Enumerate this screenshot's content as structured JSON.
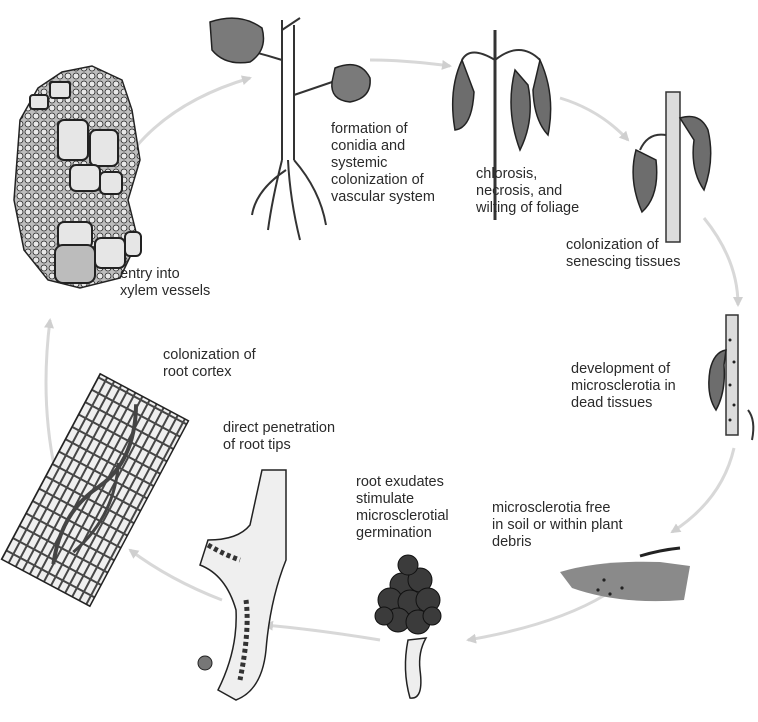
{
  "stages": {
    "conidia": "formation of\nconidia and\nsystemic\ncolonization of\nvascular system",
    "chlorosis": "chlorosis,\nnecrosis, and\nwilting of foliage",
    "senescing": "colonization of\nsenescing tissues",
    "microsclerotia_dev": "development of\nmicrosclerotia in\ndead tissues",
    "microsclerotia_free": "microsclerotia free\nin soil or within plant\ndebris",
    "exudates": "root exudates\nstimulate\nmicrosclerotial\ngermination",
    "penetration": "direct penetration\nof root tips",
    "cortex": "colonization of\nroot cortex",
    "xylem": "entry into\nxylem vessels"
  },
  "colors": {
    "cycle_arrow": "#d8d8d8",
    "tissue_dark": "#4a4a4a",
    "tissue_light": "#e6e6e6",
    "outline": "#222222"
  }
}
